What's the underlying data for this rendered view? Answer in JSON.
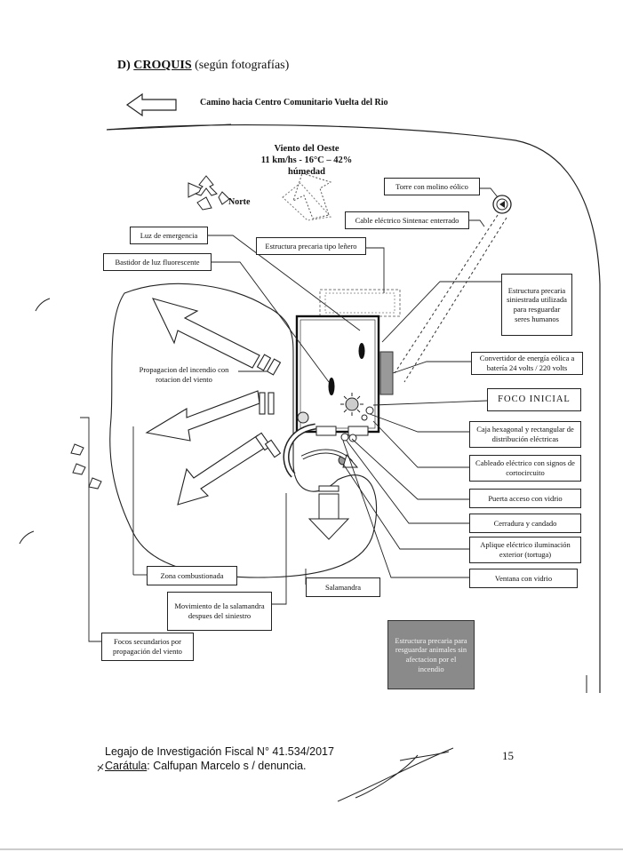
{
  "heading": {
    "prefix": "D)",
    "title": "CROQUIS",
    "suffix": "(según fotografías)"
  },
  "road_label": "Camino hacia Centro Comunitario Vuelta del Rio",
  "wind": {
    "line1": "Viento del Oeste",
    "line2": "11 km/hs - 16°C – 42%",
    "line3": "húmedad"
  },
  "north_label": "Norte",
  "labels": {
    "torre": "Torre con molino eólico",
    "cable": "Cable eléctrico Sintenac enterrado",
    "luz_emergencia": "Luz de emergencia",
    "estructura_lenero": "Estructura precaria tipo leñero",
    "bastidor": "Bastidor de luz fluorescente",
    "estructura_siniestrada": "Estructura precaria siniestrada utilizada para resguardar seres humanos",
    "convertidor": "Convertidor de energía eólica a batería 24 volts / 220 volts",
    "foco_inicial": "FOCO INICIAL",
    "propagacion": "Propagacion del incendio con rotacion del viento",
    "caja": "Caja hexagonal y rectangular de distribución eléctricas",
    "cableado": "Cableado eléctrico con signos de cortocircuito",
    "puerta": "Puerta acceso con vidrio",
    "cerradura": "Cerradura y candado",
    "aplique": "Aplique eléctrico iluminación exterior (tortuga)",
    "ventana": "Ventana con vidrio",
    "zona": "Zona combustionada",
    "salamandra": "Salamandra",
    "movimiento": "Movimiento de la salamandra despues del siniestro",
    "focos": "Focos secundarios por propagación del viento",
    "estructura_animales": "Estructura precaria para resguardar animales sin afectacion por el incendio"
  },
  "footer": {
    "line1": "Legajo de Investigación Fiscal N° 41.534/2017",
    "caratula_label": "Carátula",
    "caratula_text": ": Calfupan Marcelo s / denuncia.",
    "page_number": "15"
  },
  "colors": {
    "ink": "#111111",
    "shaded": "#8a8a8a"
  }
}
